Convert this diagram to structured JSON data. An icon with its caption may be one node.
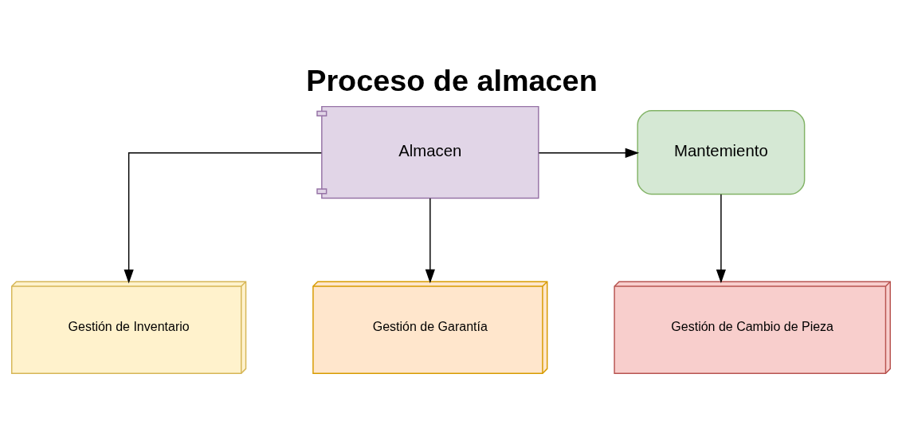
{
  "diagram": {
    "title": "Proceso de almacen",
    "nodes": [
      {
        "text": [
          "Almacen"
        ]
      },
      {
        "text": [
          "Mantemiento"
        ]
      },
      {
        "text": [
          "Gestión de Inventario"
        ]
      },
      {
        "text": [
          "Gestión de Garantía"
        ]
      },
      {
        "text": [
          "Gestión de Cambio de Pieza"
        ]
      }
    ],
    "edges": [
      {
        "from": 0,
        "to": 1,
        "arrow": "to"
      },
      {
        "from": 0,
        "to": 2,
        "arrow": "to"
      },
      {
        "from": 0,
        "to": 3,
        "arrow": "to"
      },
      {
        "from": 1,
        "to": 4,
        "arrow": "to"
      }
    ]
  }
}
